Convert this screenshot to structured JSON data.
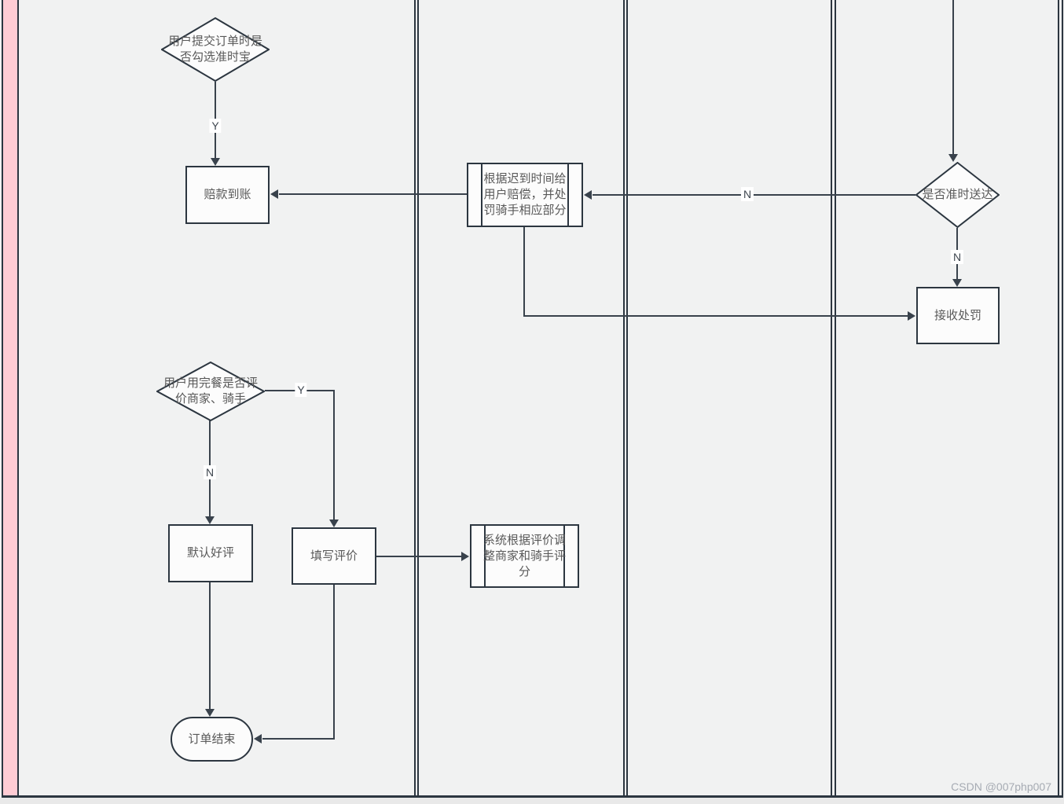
{
  "diagram": {
    "nodes": {
      "submit_check": {
        "label": "用户提交订单时是否勾选准时宝",
        "type": "decision"
      },
      "compensation_paid": {
        "label": "赔款到账",
        "type": "process"
      },
      "compensate_process": {
        "label": "根据迟到时间给用户赔偿，并处罚骑手相应部分",
        "type": "predefined-process"
      },
      "ontime_check": {
        "label": "是否准时送达",
        "type": "decision"
      },
      "receive_punishment": {
        "label": "接收处罚",
        "type": "process"
      },
      "review_check": {
        "label": "用户用完餐是否评价商家、骑手",
        "type": "decision"
      },
      "default_good_review": {
        "label": "默认好评",
        "type": "process"
      },
      "write_review": {
        "label": "填写评价",
        "type": "process"
      },
      "adjust_rating": {
        "label": "系统根据评价调整商家和骑手评分",
        "type": "predefined-process"
      },
      "order_end": {
        "label": "订单结束",
        "type": "terminator"
      }
    },
    "edge_labels": {
      "submit_yes": "Y",
      "ontime_no_left": "N",
      "ontime_no_down": "N",
      "review_yes": "Y",
      "review_no": "N"
    },
    "watermark": "CSDN @007php007"
  },
  "colors": {
    "line": "#39424c",
    "border": "#2c3640",
    "fill": "#fcfcfc",
    "text": "#595959",
    "lane-bg": "#f1f2f2",
    "outer-bg": "#e9e9e9",
    "pink": "#ffccd4",
    "watermark": "#a6abb3"
  }
}
